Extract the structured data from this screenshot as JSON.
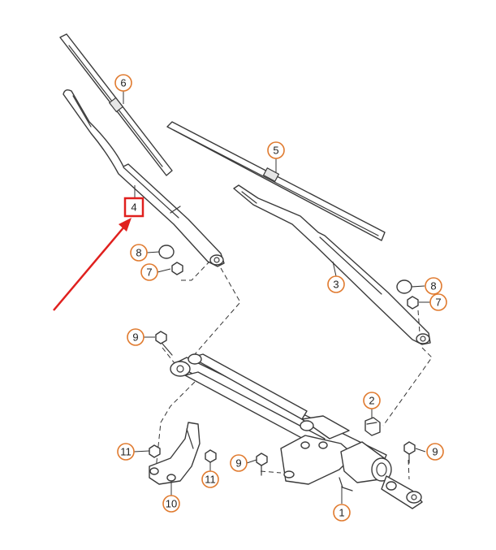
{
  "callouts": [
    {
      "id": "c1",
      "label": "1"
    },
    {
      "id": "c2",
      "label": "2"
    },
    {
      "id": "c3",
      "label": "3"
    },
    {
      "id": "c4",
      "label": "4",
      "highlighted": true
    },
    {
      "id": "c5",
      "label": "5"
    },
    {
      "id": "c6",
      "label": "6"
    },
    {
      "id": "c7a",
      "label": "7"
    },
    {
      "id": "c7b",
      "label": "7"
    },
    {
      "id": "c8a",
      "label": "8"
    },
    {
      "id": "c8b",
      "label": "8"
    },
    {
      "id": "c9a",
      "label": "9"
    },
    {
      "id": "c9b",
      "label": "9"
    },
    {
      "id": "c9c",
      "label": "9"
    },
    {
      "id": "c10",
      "label": "10"
    },
    {
      "id": "c11a",
      "label": "11"
    },
    {
      "id": "c11b",
      "label": "11"
    }
  ],
  "colors": {
    "callout_ring": "#e07a2e",
    "highlight": "#e0201e",
    "line": "#3a3a3a"
  },
  "parts": [
    {
      "ref": "1",
      "icon": "wiper-linkage-motor-icon"
    },
    {
      "ref": "2",
      "icon": "grommet-icon"
    },
    {
      "ref": "3",
      "icon": "wiper-arm-right-icon"
    },
    {
      "ref": "4",
      "icon": "wiper-arm-left-icon"
    },
    {
      "ref": "5",
      "icon": "wiper-blade-right-icon"
    },
    {
      "ref": "6",
      "icon": "wiper-blade-left-icon"
    },
    {
      "ref": "7",
      "icon": "hex-nut-icon"
    },
    {
      "ref": "8",
      "icon": "cap-icon"
    },
    {
      "ref": "9",
      "icon": "bolt-icon"
    },
    {
      "ref": "10",
      "icon": "bracket-icon"
    },
    {
      "ref": "11",
      "icon": "nut-icon"
    }
  ]
}
